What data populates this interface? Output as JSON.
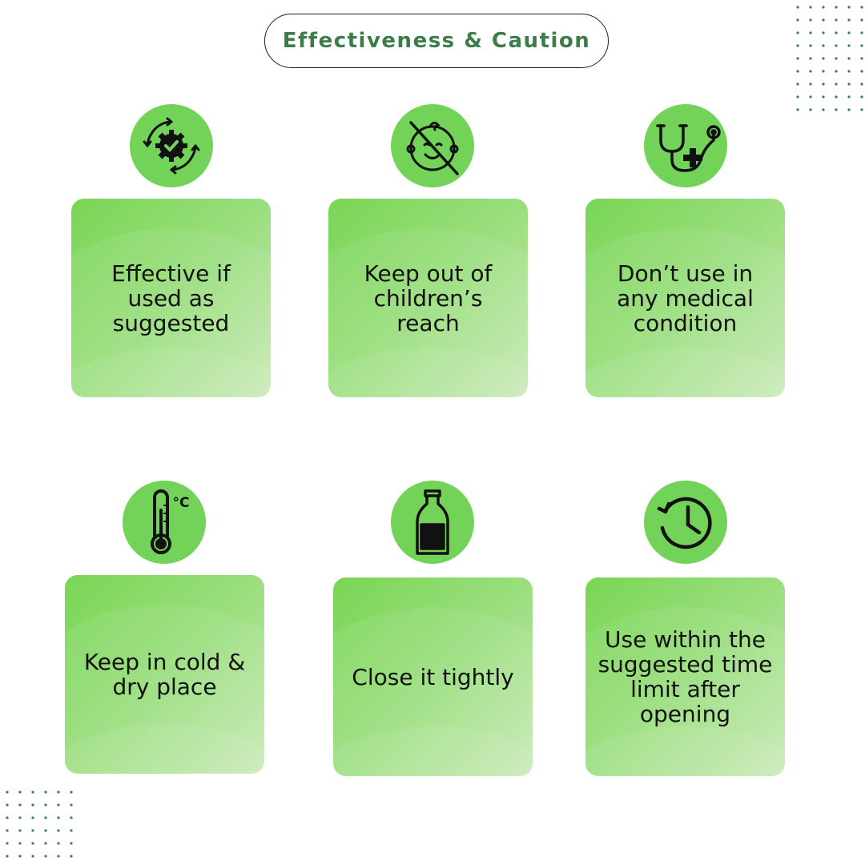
{
  "header": {
    "title": "Effectiveness & Caution"
  },
  "colors": {
    "accent_green": "#73d358",
    "title_green": "#3a7d48",
    "dots_green": "#3a7d48"
  },
  "items": [
    {
      "icon": "gear-check-cycle-icon",
      "text": "Effective if used as suggested"
    },
    {
      "icon": "no-baby-icon",
      "text": "Keep out of children’s reach"
    },
    {
      "icon": "stethoscope-medical-cross-icon",
      "text": "Don’t use in any medical condition"
    },
    {
      "icon": "thermometer-celsius-icon",
      "text": "Keep in cold & dry place",
      "degree_label": "°C"
    },
    {
      "icon": "bottle-icon",
      "text": "Close it tightly"
    },
    {
      "icon": "clock-history-icon",
      "text": "Use within the suggested time limit after opening"
    }
  ]
}
